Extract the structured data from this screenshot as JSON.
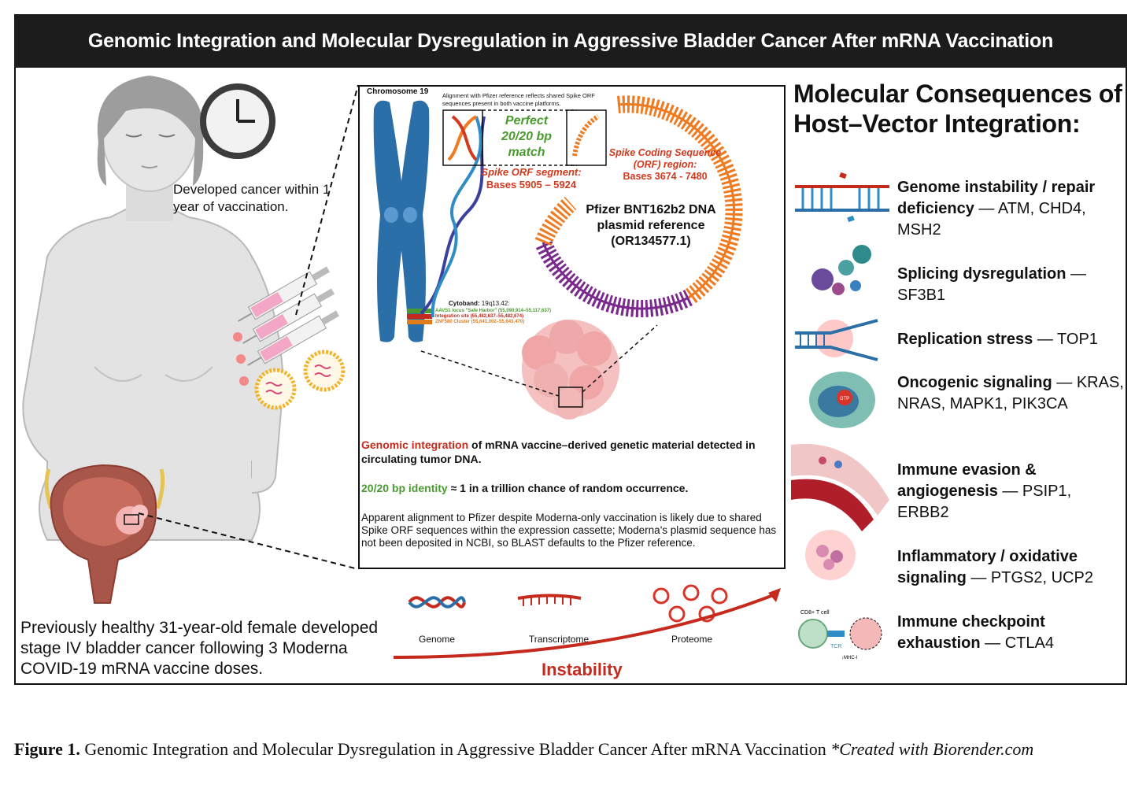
{
  "title": "Genomic Integration and Molecular Dysregulation in Aggressive Bladder Cancer After mRNA Vaccination",
  "clock_caption": "Developed cancer within 1 year of vaccination.",
  "patient_summary": "Previously healthy 31-year-old female developed stage IV bladder cancer following 3 Moderna COVID-19 mRNA vaccine doses.",
  "center_panel": {
    "chromosome_label": "Chromosome 19",
    "alignment_note": "Alignment with Pfizer reference reflects shared Spike ORF sequences present in both vaccine platforms.",
    "perfect_match": "Perfect 20/20 bp match",
    "spike_orf_segment_title": "Spike ORF segment:",
    "spike_orf_segment_bases": "Bases 5905 – 5924",
    "spike_cds_title": "Spike Coding Sequence (ORF) region:",
    "spike_cds_bases": "Bases 3674 - 7480",
    "plasmid_reference": "Pfizer BNT162b2 DNA plasmid reference (OR134577.1)",
    "cytoband_label": "Cytoband:",
    "cytoband_value": "19q13.42:",
    "cytoband_rows": [
      {
        "text": "AAVS1 locus \"Safe Harbor\" (55,090,914–55,117,637)",
        "color": "#4a9b2f"
      },
      {
        "text": "Integration site (55,482,637–55,482,674)",
        "color": "#c62a1c"
      },
      {
        "text": "ZNF580 Cluster (55,641,002–55,643,470)",
        "color": "#e07b1a"
      }
    ],
    "integration_highlight": "Genomic integration",
    "integration_rest": " of mRNA vaccine–derived genetic material detected in circulating tumor DNA.",
    "identity_highlight": "20/20 bp identity",
    "identity_rest": " ≈ 1 in a trillion chance of random occurrence.",
    "explanation": "Apparent alignment to Pfizer despite Moderna-only vaccination is likely due to shared Spike ORF sequences within the expression cassette; Moderna's plasmid sequence has not been deposited in NCBI, so BLAST defaults to the Pfizer reference."
  },
  "omics": {
    "genome": "Genome",
    "transcriptome": "Transcriptome",
    "proteome": "Proteome",
    "arrow_label": "Instability"
  },
  "right_panel": {
    "title": "Molecular Consequences of Host–Vector Integration:",
    "items": [
      {
        "bold": "Genome instability / repair deficiency",
        "rest": " — ATM, CHD4, MSH2"
      },
      {
        "bold": "Splicing dysregulation",
        "rest": " — SF3B1"
      },
      {
        "bold": "Replication stress",
        "rest": " — TOP1"
      },
      {
        "bold": "Oncogenic signaling",
        "rest": " — KRAS, NRAS, MAPK1, PIK3CA"
      },
      {
        "bold": "Immune evasion & angiogenesis",
        "rest": " — PSIP1, ERBB2"
      },
      {
        "bold": "Inflammatory / oxidative signaling",
        "rest": " — PTGS2, UCP2"
      },
      {
        "bold": "Immune checkpoint exhaustion",
        "rest": " — CTLA4"
      }
    ],
    "tcell_label": "CD8+ T cell",
    "tcr_label": "TCR",
    "mhc_label": "↓MHC-I",
    "gtp_label": "GTP"
  },
  "figure_caption": {
    "label": "Figure 1.",
    "text": " Genomic Integration and Molecular Dysregulation in Aggressive Bladder Cancer After mRNA Vaccination ",
    "note": "*Created with Biorender.com"
  },
  "colors": {
    "title_bar": "#1c1c1c",
    "accent_red": "#c62a1c",
    "accent_green": "#4a9b2f",
    "chromosome_blue": "#2a6fa8",
    "plasmid_orange": "#f07a1f",
    "plasmid_purple": "#7a2a8c"
  }
}
